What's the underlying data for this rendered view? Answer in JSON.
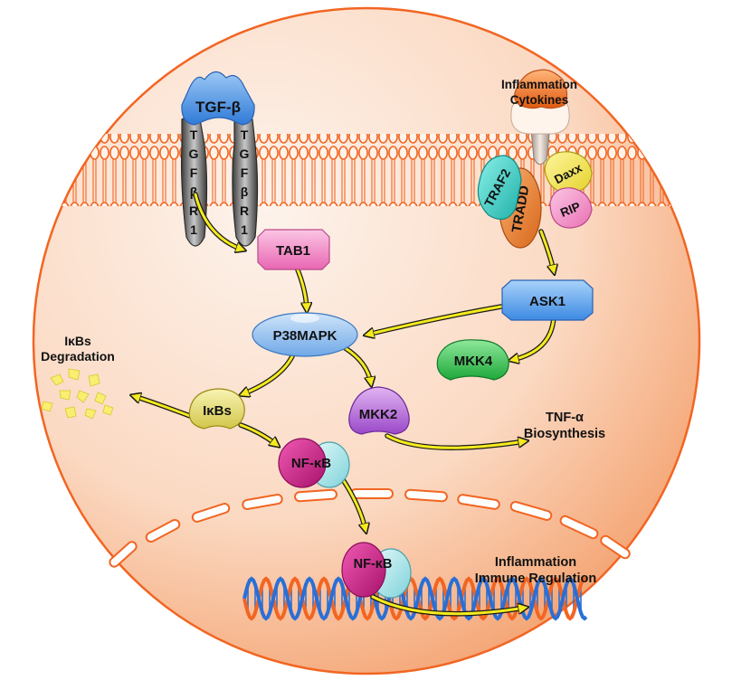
{
  "nodes": {
    "tgf_beta": "TGF-β",
    "tgfbr1_letters": [
      "T",
      "G",
      "F",
      "β",
      "R",
      "1"
    ],
    "inflammation_cytokines": [
      "Inflammation",
      "Cytokines"
    ],
    "traf2": "TRAF2",
    "tradd": "TRADD",
    "daxx": "Daxx",
    "rip": "RIP",
    "tab1": "TAB1",
    "ask1": "ASK1",
    "p38mapk": "P38MAPK",
    "mkk4": "MKK4",
    "mkk2": "MKK2",
    "ikbs": "IκBs",
    "ikbs_degradation": [
      "IκBs",
      "Degradation"
    ],
    "nfkb": "NF-κB",
    "nfkb_nucleus": "NF-κB",
    "tnf_alpha": [
      "TNF-α",
      "Biosynthesis"
    ],
    "inflammation_immune": [
      "Inflammation",
      "Immune Regulation"
    ]
  },
  "colors": {
    "cell": "#f6b48a",
    "membrane": "#f26522",
    "tgf_beta": "#4a90e2",
    "receptor": "#6e6e6e",
    "cytokine": "#f47a20",
    "traf2": "#3fd0c8",
    "tradd": "#f0833a",
    "daxx": "#f5e84a",
    "rip": "#f48fc4",
    "tab1": "#f58cc8",
    "ask1": "#5aa6f0",
    "p38mapk": "#8cc0f0",
    "mkk4": "#30c050",
    "mkk2": "#b86ad8",
    "ikbs": "#e8e070",
    "nfkb_left": "#d82a90",
    "nfkb_right": "#a8e8ec",
    "dna_orange": "#f26522",
    "dna_blue": "#2a6fd6",
    "arrow": "#f5ea1e"
  }
}
